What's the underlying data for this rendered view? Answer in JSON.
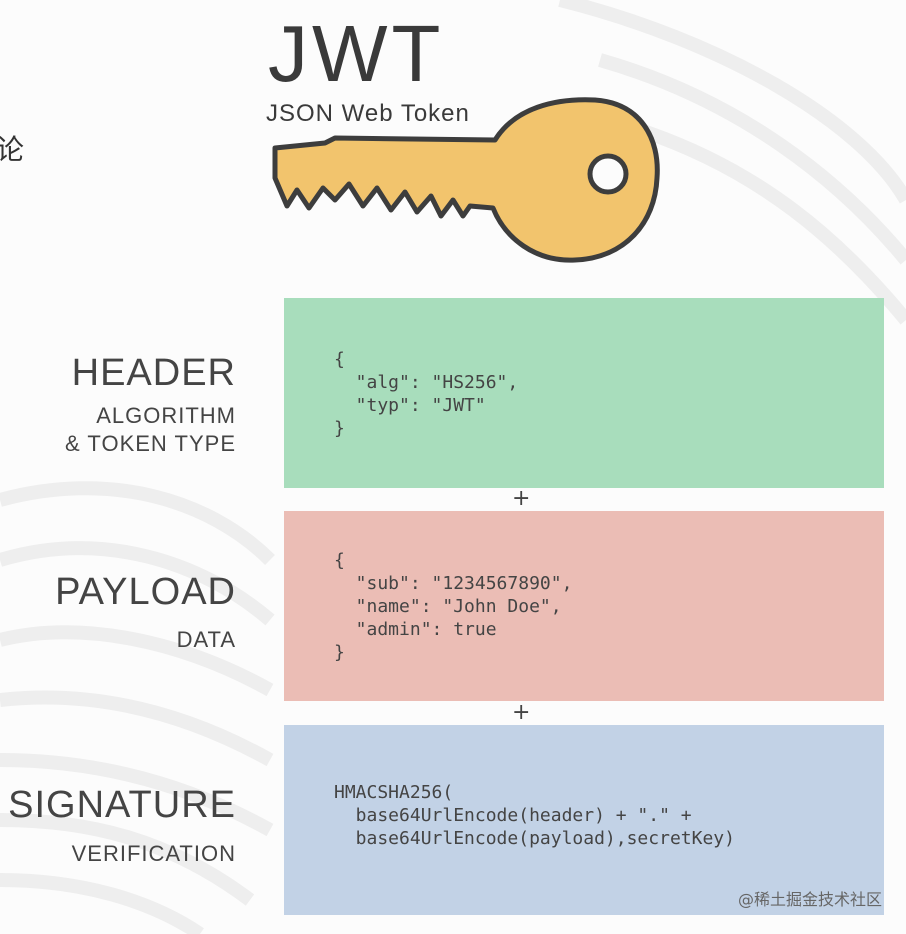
{
  "logo": {
    "title": "JWT",
    "subtitle": "JSON Web Token"
  },
  "edge_glyph": "论",
  "sections": [
    {
      "label": "HEADER",
      "sublabel_lines": [
        "ALGORITHM",
        "& TOKEN TYPE"
      ],
      "color": "#a8ddbc",
      "code": "{\n  \"alg\": \"HS256\",\n  \"typ\": \"JWT\"\n}"
    },
    {
      "label": "PAYLOAD",
      "sublabel_lines": [
        "DATA"
      ],
      "color": "#ebbdb5",
      "code": "{\n  \"sub\": \"1234567890\",\n  \"name\": \"John Doe\",\n  \"admin\": true\n}"
    },
    {
      "label": "SIGNATURE",
      "sublabel_lines": [
        "VERIFICATION"
      ],
      "color": "#c2d2e6",
      "code": "HMACSHA256(\n  base64UrlEncode(header) + \".\" +\n  base64UrlEncode(payload),secretKey)"
    }
  ],
  "separators": [
    "+",
    "+"
  ],
  "watermark": "@稀土掘金技术社区",
  "icons": [
    "key-icon",
    "fingerprint-background"
  ]
}
